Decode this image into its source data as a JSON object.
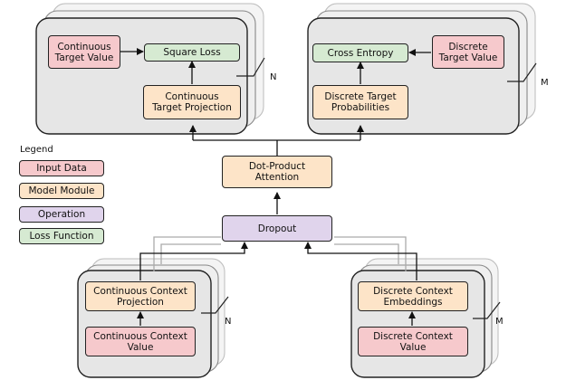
{
  "legend": {
    "title": "Legend",
    "items": [
      {
        "label": "Input Data",
        "color": "#f6c9cc"
      },
      {
        "label": "Model Module",
        "color": "#fde4c8"
      },
      {
        "label": "Operation",
        "color": "#e0d4ec"
      },
      {
        "label": "Loss Function",
        "color": "#d6ead2"
      }
    ]
  },
  "nodes": {
    "continuous_target_value": "Continuous\nTarget Value",
    "square_loss": "Square Loss",
    "continuous_target_projection": "Continuous\nTarget Projection",
    "cross_entropy": "Cross Entropy",
    "discrete_target_value": "Discrete\nTarget Value",
    "discrete_target_probabilities": "Discrete Target\nProbabilities",
    "dot_product_attention": "Dot-Product\nAttention",
    "dropout": "Dropout",
    "continuous_context_projection": "Continuous Context\nProjection",
    "continuous_context_value": "Continuous Context\nValue",
    "discrete_context_embeddings": "Discrete Context\nEmbeddings",
    "discrete_context_value": "Discrete Context\nValue"
  },
  "plates": {
    "top_left_count": "N",
    "top_right_count": "M",
    "bottom_left_count": "N",
    "bottom_right_count": "M"
  },
  "colors": {
    "plate_fill": "#e6e6e6",
    "plate_back": "#ffffff",
    "stroke": "#222222"
  }
}
